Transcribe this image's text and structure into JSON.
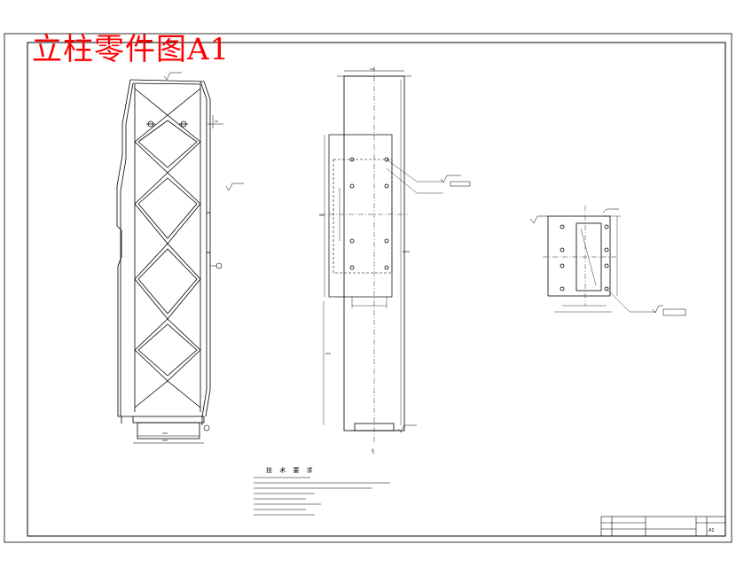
{
  "drawing": {
    "title": "立柱零件图A1",
    "technical_requirements_title": "技 术 要 求",
    "section_mark": "A",
    "scale_label": "A1"
  },
  "colors": {
    "title": "#ff0000",
    "line": "#000000",
    "background": "#ffffff"
  }
}
